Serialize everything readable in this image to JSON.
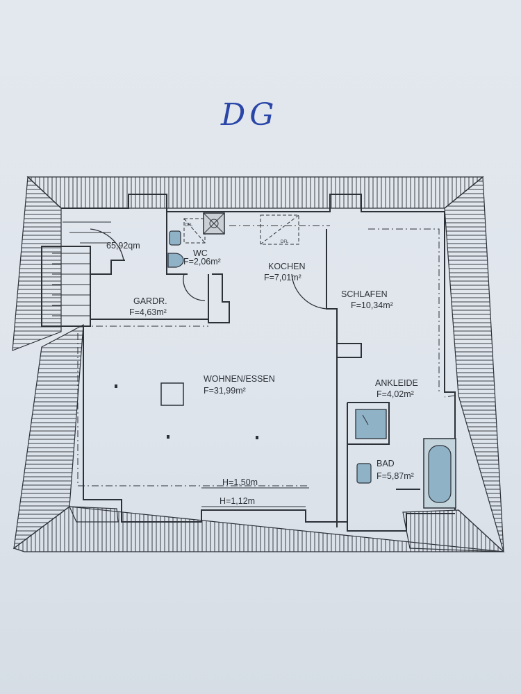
{
  "floor_label": "DG",
  "total_area": "65,92qm",
  "rooms": {
    "wc": {
      "name": "WC",
      "area": "F=2,06m²"
    },
    "gardr": {
      "name": "GARDR.",
      "area": "F=4,63m²"
    },
    "kochen": {
      "name": "KOCHEN",
      "area": "F=7,01m²"
    },
    "schlafen": {
      "name": "SCHLAFEN",
      "area": "F=10,34m²"
    },
    "wohnen": {
      "name": "WOHNEN/ESSEN",
      "area": "F=31,99m²"
    },
    "ankleide": {
      "name": "ANKLEIDE",
      "area": "F=4,02m²"
    },
    "bad": {
      "name": "BAD",
      "area": "F=5,87m²"
    }
  },
  "heights": {
    "h1": "H=1,50m",
    "h2": "H=1,12m"
  },
  "skylight_marks": {
    "a": "DFL",
    "b": "DFL"
  },
  "colors": {
    "ink": "#2c3138",
    "pen": "#2a46a8",
    "fixture_fill": "#8fb2c6",
    "paper": "#e1e6ec"
  }
}
